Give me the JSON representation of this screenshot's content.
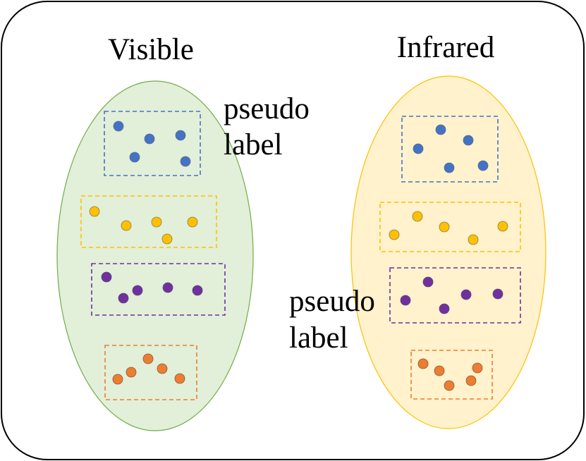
{
  "visible_domain": {
    "title": "Visible",
    "fill_color": "#e2efd9",
    "stroke_color": "#70ad47",
    "annotation": [
      "pseudo",
      "label"
    ]
  },
  "infrared_domain": {
    "title": "Infrared",
    "fill_color": "#fff2cc",
    "stroke_color": "#ffc000",
    "annotation": [
      "pseudo",
      "label"
    ]
  },
  "cluster_colors": {
    "blue": "#4472c4",
    "yellow": "#ffc000",
    "purple": "#7030a0",
    "orange": "#ed7d31"
  },
  "outer_frame_color": "#000000"
}
